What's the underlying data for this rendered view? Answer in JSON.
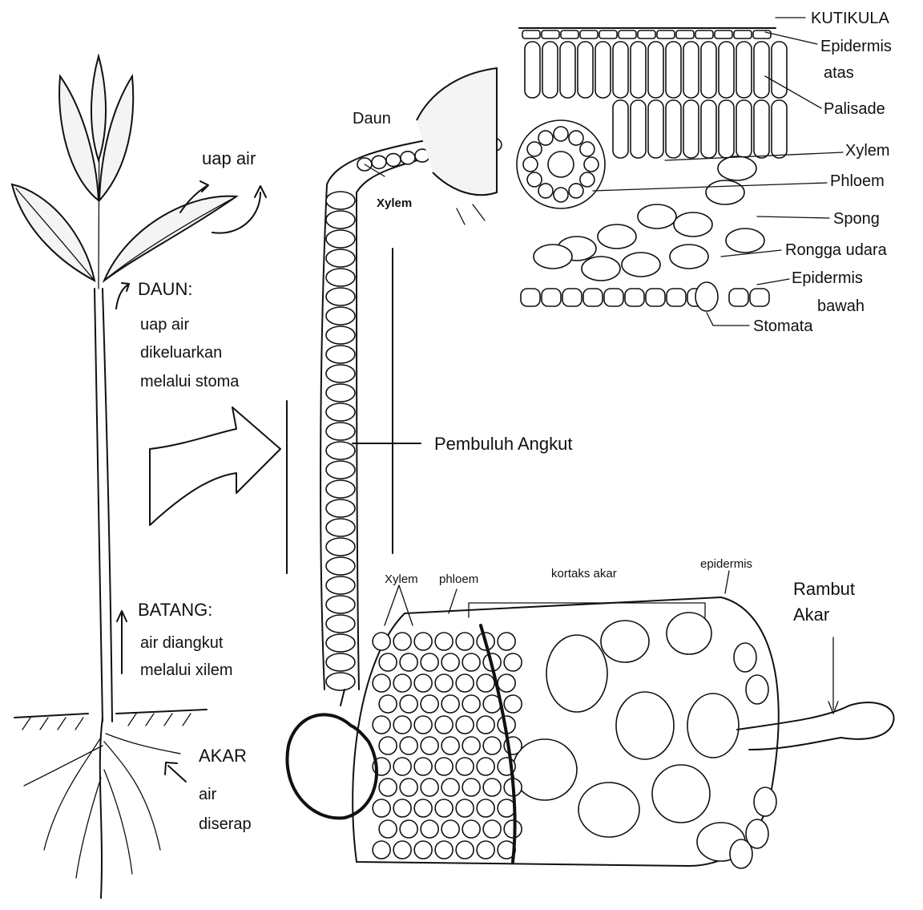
{
  "labels": {
    "uap_air_top": "uap air",
    "daun_heading": "DAUN:",
    "daun_line1": "uap air",
    "daun_line2": "dikeluarkan",
    "daun_line3": "melalui stoma",
    "batang_heading": "BATANG:",
    "batang_line1": "air diangkut",
    "batang_line2": "melalui xilem",
    "akar_heading": "AKAR",
    "akar_line1": "air",
    "akar_line2": "diserap",
    "daun_small": "Daun",
    "xylem_leaf": "Xylem",
    "pembuluh_angkut": "Pembuluh Angkut",
    "kutikula": "KUTIKULA",
    "epidermis_atas_1": "Epidermis",
    "epidermis_atas_2": "atas",
    "palisade": "Palisade",
    "xylem_cs": "Xylem",
    "phloem_cs": "Phloem",
    "spong": "Spong",
    "rongga_udara": "Rongga udara",
    "epidermis_bawah_1": "Epidermis",
    "epidermis_bawah_2": "bawah",
    "stomata": "Stomata",
    "xylem_root": "Xylem",
    "phloem_root": "phloem",
    "kortaks_akar": "kortaks akar",
    "epidermis_root": "epidermis",
    "rambut_1": "Rambut",
    "rambut_2": "Akar"
  }
}
